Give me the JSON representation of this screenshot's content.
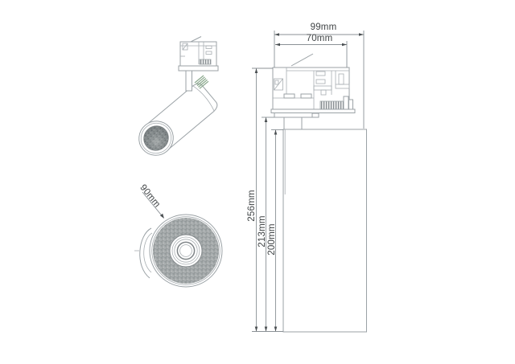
{
  "drawing": {
    "kind": "technical dimension drawing of a cylindrical track-mounted spotlight",
    "views": [
      "perspective-view",
      "front-lens-view",
      "side-elevation-view"
    ]
  },
  "labels": {
    "width_overall": "99mm",
    "width_adapter": "70mm",
    "height_overall": "256mm",
    "height_mid": "213mm",
    "height_body": "200mm",
    "diameter_front": "90mm"
  },
  "colors": {
    "background": "#ffffff",
    "line_gray": "#9ba2a6",
    "dimension_gray": "#8b9196",
    "text_gray": "#3f4345",
    "heatsink_green": "#8aa88c",
    "lens_texture_gray": "#a6abac"
  }
}
